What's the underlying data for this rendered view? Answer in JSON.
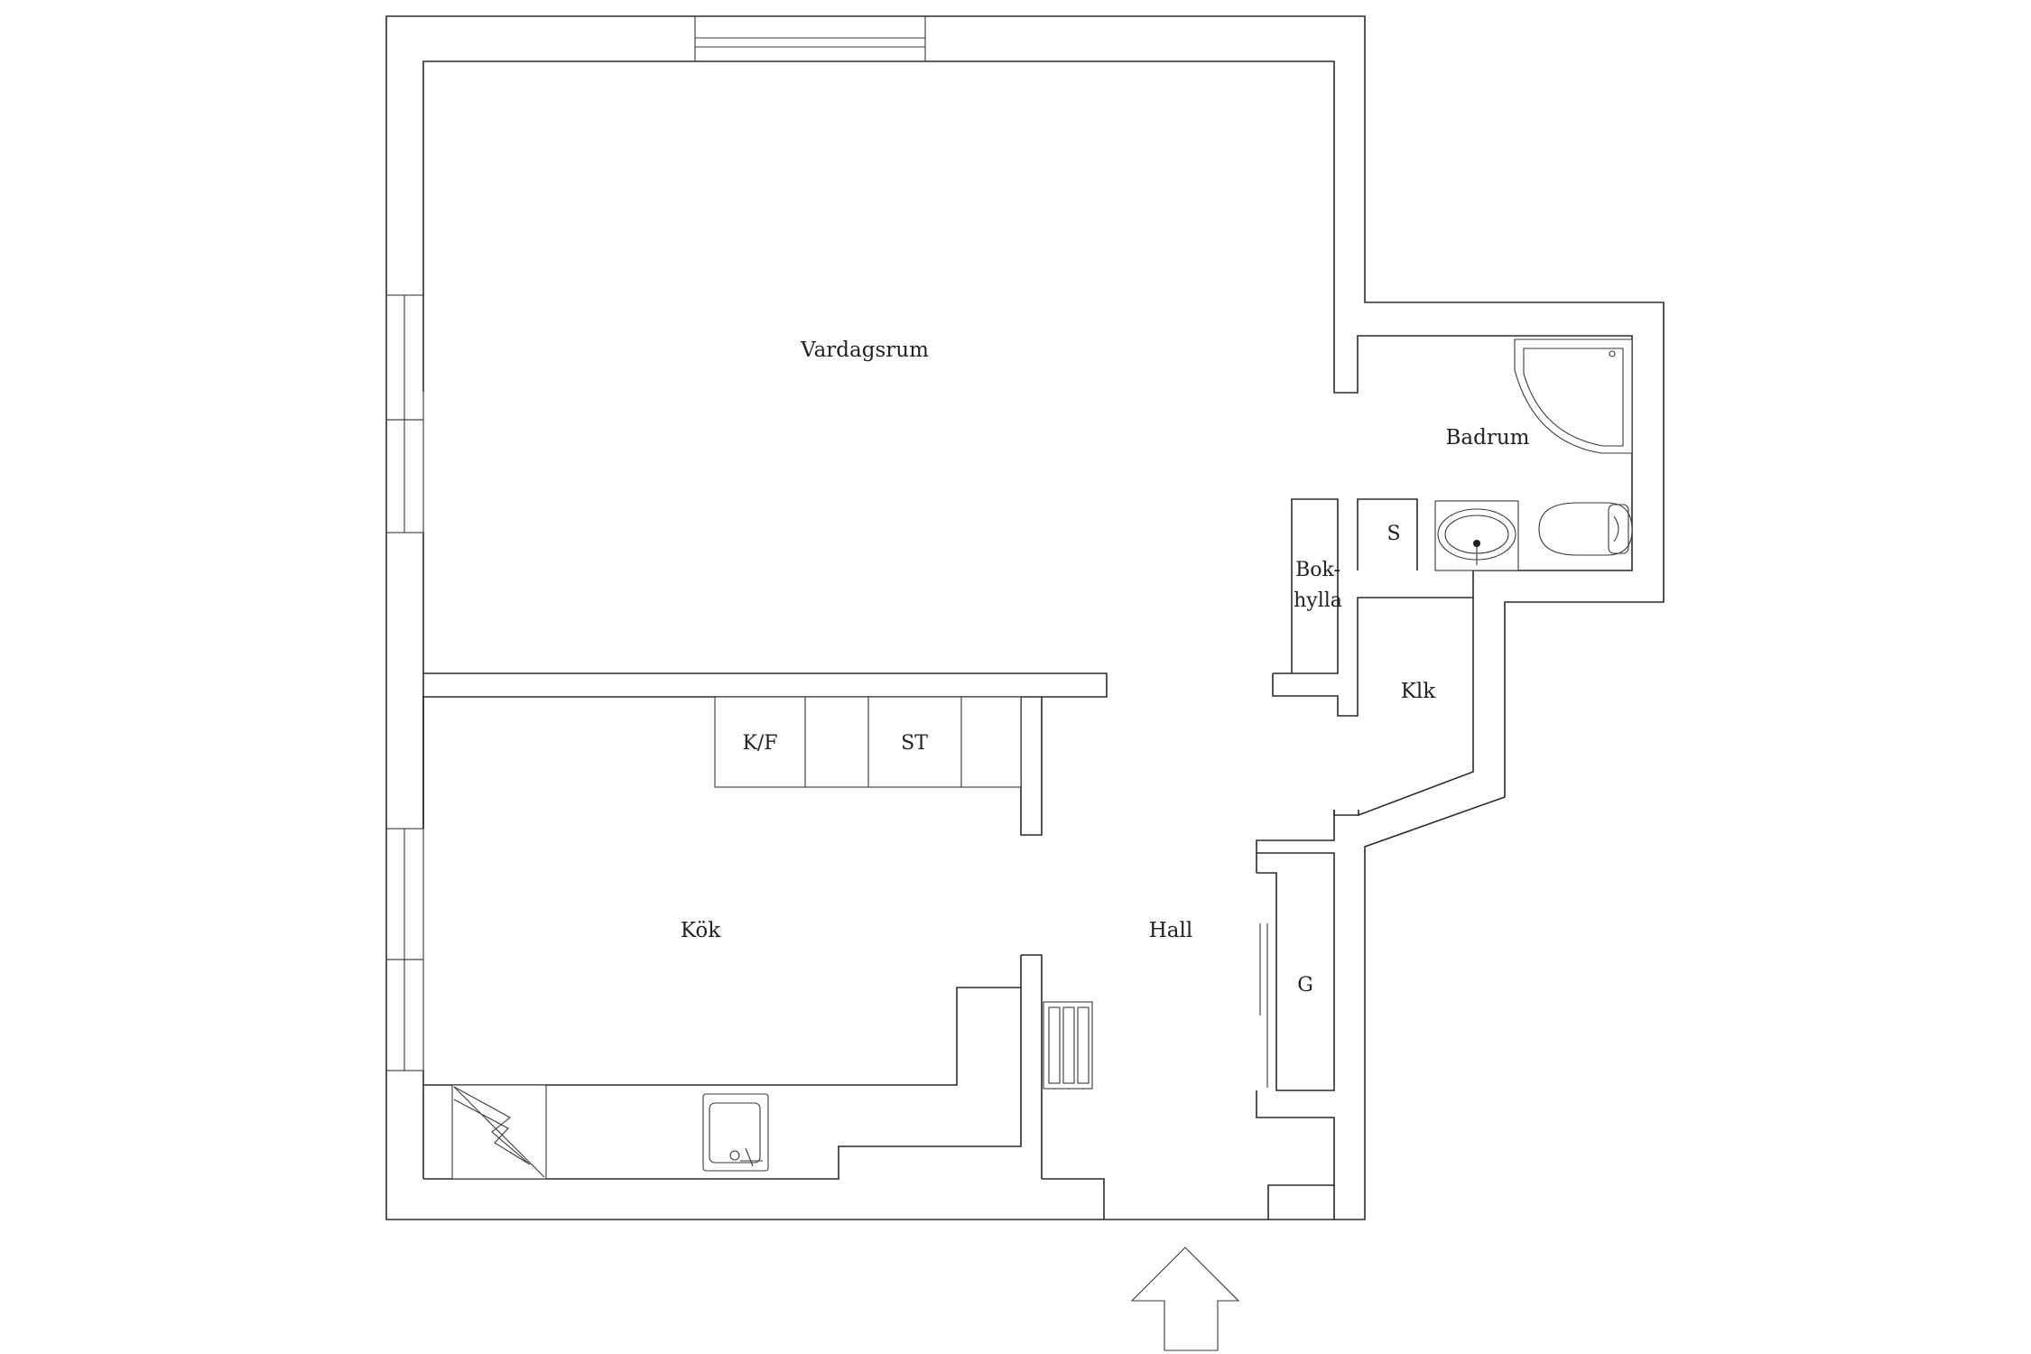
{
  "rooms": {
    "vardagsrum": "Vardagsrum",
    "kok": "Kök",
    "hall": "Hall",
    "badrum": "Badrum",
    "klk": "Klk"
  },
  "fixtures": {
    "kf": "K/F",
    "st": "ST",
    "s": "S",
    "g": "G",
    "bokhylla_line1": "Bok-",
    "bokhylla_line2": "hylla"
  },
  "colors": {
    "wall": "#2b2b2b",
    "background": "#ffffff"
  },
  "icons": {
    "entrance": "entrance-arrow-icon",
    "stove": "stove-icon",
    "sink": "kitchen-sink-icon",
    "bathtub": "corner-bathtub-icon",
    "washbasin": "washbasin-icon",
    "toilet": "toilet-icon",
    "radiator": "radiator-icon"
  }
}
